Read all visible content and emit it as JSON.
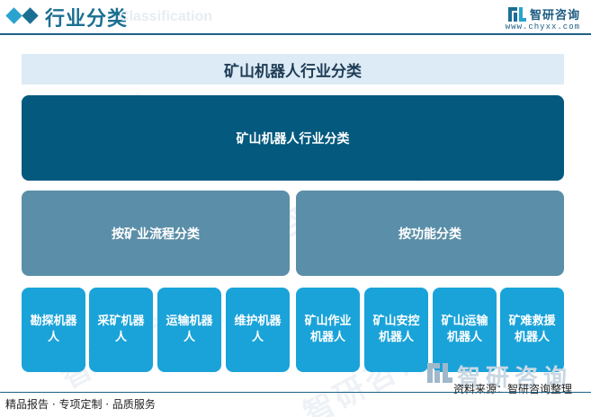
{
  "header": {
    "title": "行业分类",
    "subtitle_en": "Classification",
    "brand_name": "智研咨询",
    "brand_url": "www.chyxx.com"
  },
  "diagram": {
    "band_title": "矿山机器人行业分类",
    "root": "矿山机器人行业分类",
    "groups": [
      {
        "label": "按矿业流程分类",
        "items": [
          "勘探机器人",
          "采矿机器人",
          "运输机器人",
          "维护机器人"
        ]
      },
      {
        "label": "按功能分类",
        "items": [
          "矿山作业机器人",
          "矿山安控机器人",
          "矿山运输机器人",
          "矿难救援机器人"
        ]
      }
    ]
  },
  "footer": {
    "left_text": "精品报告 · 专项定制 · 品质服务",
    "source": "资料来源：智研咨询整理",
    "watermark_brand": "智研咨询"
  },
  "colors": {
    "root": "#03597e",
    "group": "#5b8ea8",
    "leaf": "#1aa3d9",
    "band": "#dcebf6",
    "accent": "#1b6f93"
  },
  "icons": {
    "header_marker": "diamond-marker-icon",
    "brand_logo": "chyxx-logo-icon"
  }
}
